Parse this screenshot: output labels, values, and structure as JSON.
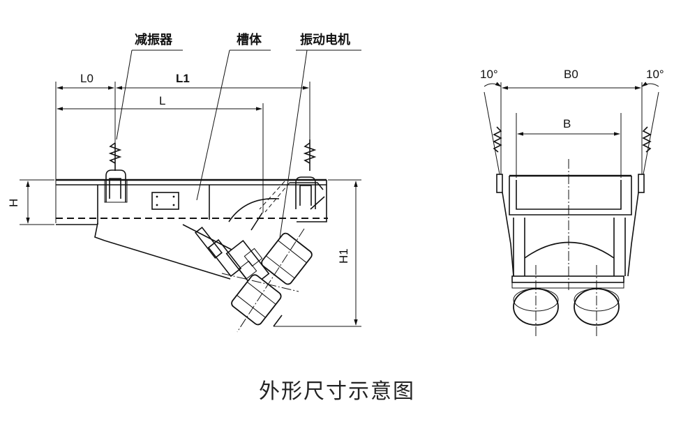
{
  "labels": {
    "damper": "减振器",
    "trough": "槽体",
    "motor": "振动电机"
  },
  "dimensions": {
    "L0": "L0",
    "L1": "L1",
    "L": "L",
    "H": "H",
    "H1": "H1",
    "B0": "B0",
    "B": "B",
    "angle_left": "10°",
    "angle_right": "10°"
  },
  "caption": "外形尺寸示意图"
}
